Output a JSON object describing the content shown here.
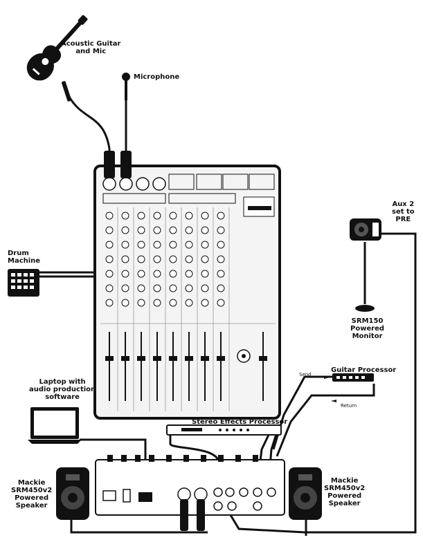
{
  "labels": {
    "guitar": [
      "Acoustic Guitar",
      "and Mic"
    ],
    "microphone": "Microphone",
    "drum_machine": [
      "Drum",
      "Machine"
    ],
    "aux2": [
      "Aux 2",
      "set to",
      "PRE"
    ],
    "monitor": [
      "SRM150",
      "Powered",
      "Monitor"
    ],
    "laptop": [
      "Laptop with",
      "audio production",
      "software"
    ],
    "guitar_processor": "Guitar Processor",
    "send": "Send",
    "return": "Return",
    "stereo_effects": "Stereo Effects Processor",
    "speaker_left": [
      "Mackie",
      "SRM450v2",
      "Powered",
      "Speaker"
    ],
    "speaker_right": [
      "Mackie",
      "SRM450v2",
      "Powered",
      "Speaker"
    ]
  },
  "colors": {
    "line": "#111111",
    "mixer_face": "#f4f4f4",
    "panel_dark": "#1a1a1a",
    "background": "#ffffff"
  },
  "icons": [
    "acoustic-guitar-icon",
    "microphone-icon",
    "drum-machine-icon",
    "monitor-speaker-icon",
    "laptop-icon",
    "guitar-processor-icon",
    "effects-processor-icon",
    "speaker-icon",
    "mixer-icon"
  ]
}
